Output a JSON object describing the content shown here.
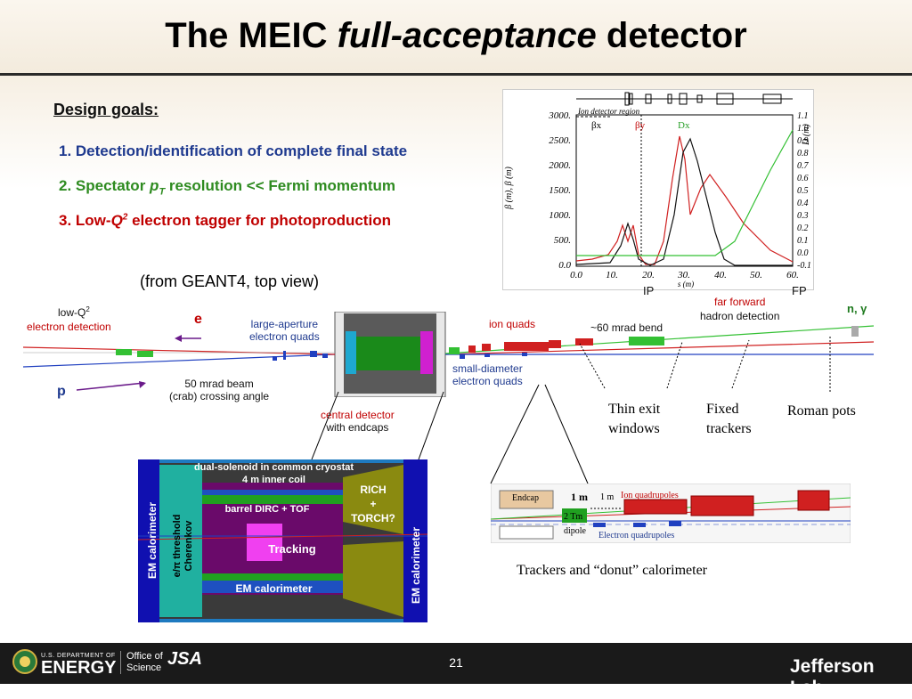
{
  "title": {
    "pre": "The MEIC ",
    "italic": "full-acceptance",
    "post": " detector"
  },
  "design_goals": {
    "heading": "Design goals:",
    "g1": "1. Detection/identification of complete final state",
    "g2_a": "2. Spectator ",
    "g2_p": "p",
    "g2_sub": "T",
    "g2_b": " resolution << Fermi momentum",
    "g3_a": "3. Low-",
    "g3_q": "Q",
    "g3_sup": "2",
    "g3_b": " electron tagger for photoproduction"
  },
  "from_geant": "(from GEANT4, top view)",
  "plot": {
    "region_label": "Ion detector region",
    "beta_x": "βx",
    "beta_y": "βy",
    "dx": "Dx",
    "y_left_label": "β (m), β (m)",
    "y_right_label": "D (m)",
    "x_label": "s (m)",
    "y_ticks": [
      "3000.",
      "2500.",
      "2000.",
      "1500.",
      "1000.",
      "500.",
      "0.0"
    ],
    "y_right_ticks": [
      "1.1",
      "1.0",
      "0.9",
      "0.8",
      "0.7",
      "0.6",
      "0.5",
      "0.4",
      "0.3",
      "0.2",
      "0.1",
      "0.0",
      "-0.1"
    ],
    "x_ticks": [
      "0.0",
      "10.",
      "20.",
      "30.",
      "40.",
      "50.",
      "60."
    ],
    "ip": "IP",
    "fp": "FP"
  },
  "beamline": {
    "lowq2": "low-Q",
    "lowq2_sup": "2",
    "electron_detection": "electron detection",
    "e": "e",
    "p": "p",
    "large_aperture": "large-aperture",
    "electron_quads": "electron quads",
    "crossing1": "50 mrad beam",
    "crossing2": "(crab) crossing angle",
    "ion_quads": "ion quads",
    "bend": "~60 mrad bend",
    "small_diam1": "small-diameter",
    "small_diam2": "electron quads",
    "ffhd1": "far forward",
    "ffhd2": "hadron detection",
    "n_gamma": "n, γ",
    "central1": "central detector",
    "central2": "with endcaps"
  },
  "labels": {
    "thin1": "Thin exit",
    "thin2": "windows",
    "fixed1": "Fixed",
    "fixed2": "trackers",
    "roman": "Roman pots",
    "trackers_donut": "Trackers and “donut” calorimeter"
  },
  "detector": {
    "solenoid1": "dual-solenoid in common cryostat",
    "solenoid2": "4 m inner coil",
    "dirc": "barrel DIRC + TOF",
    "tracking": "Tracking",
    "em_bottom": "EM calorimeter",
    "em_left": "EM calorimeter",
    "em_right": "EM calorimeter",
    "cherenkov1": "e/π threshold",
    "cherenkov2": "Cherenkov",
    "rich1": "RICH",
    "rich2": "+",
    "rich3": "TORCH?"
  },
  "ffd": {
    "endcap": "Endcap",
    "one_m_a": "1 m",
    "one_m_b": "1 m",
    "ion_quads": "Ion quadrupoles",
    "two_tm": "2 Tm",
    "dipole": "dipole",
    "electron_quads": "Electron quadrupoles"
  },
  "footer": {
    "doe_small": "U.S. DEPARTMENT OF",
    "doe_big": "ENERGY",
    "office1": "Office of",
    "office2": "Science",
    "jsa": "JSA",
    "page": "21",
    "jlab": "Jefferson Lab"
  },
  "colors": {
    "blue": "#1f3a8f",
    "green": "#2e8b20",
    "red": "#c00000"
  }
}
